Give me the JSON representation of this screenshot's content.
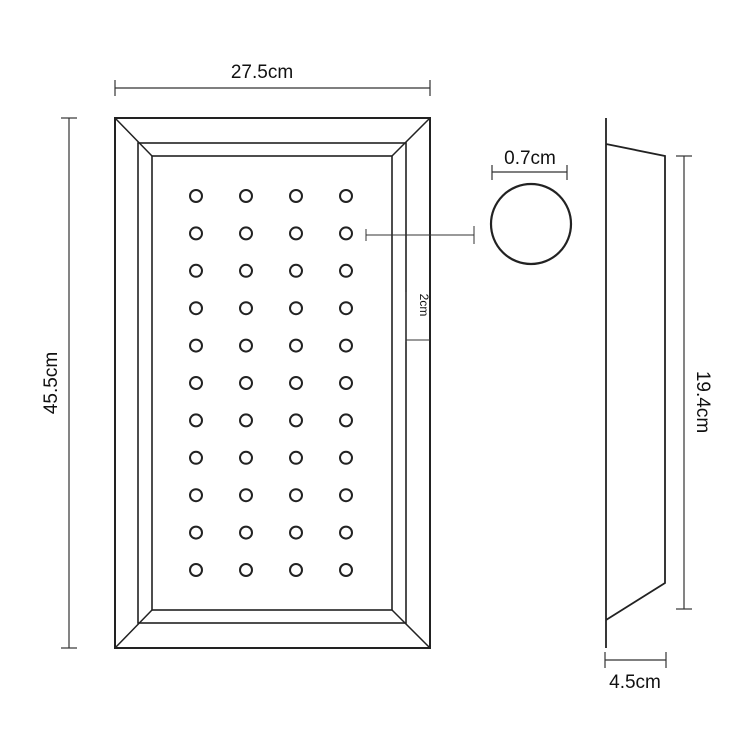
{
  "dimensions": {
    "width": "27.5cm",
    "height": "45.5cm",
    "hole_diameter": "0.7cm",
    "edge_gap": "2cm",
    "side_height": "19.4cm",
    "depth": "4.5cm"
  },
  "holes": {
    "columns": 4,
    "rows": 11
  },
  "colors": {
    "line": "#222222",
    "dimension_line": "#333333",
    "background": "#ffffff"
  }
}
